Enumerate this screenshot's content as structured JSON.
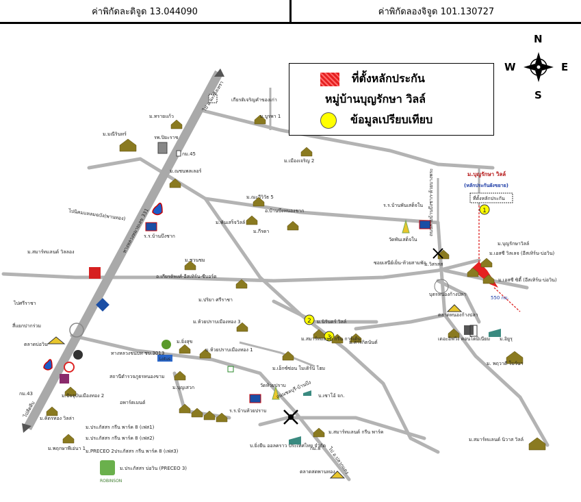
{
  "coords": {
    "latitude": "ค่าพิกัดละติจูด 13.044090",
    "longitude": "ค่าพิกัดลองจิจูด 101.130727"
  },
  "legend": {
    "site_line1": "ที่ตั้งหลักประกัน",
    "site_line2": "หมู่บ้านบุญรักษา วิลล์",
    "comparison": "ข้อมูลเปรียบเทียบ"
  },
  "compass": {
    "n": "N",
    "e": "E",
    "s": "S",
    "w": "W"
  },
  "colors": {
    "road": "#b3b3b3",
    "highway": "#a9a9a9",
    "site": "#e52020",
    "marker": "#ffff00",
    "house": "#7a6b1f"
  },
  "markers": [
    {
      "num": "1"
    },
    {
      "num": "2"
    },
    {
      "num": "3"
    }
  ],
  "labels": {
    "to_saensook": "ไป อ.ฉะเชิงเทรา",
    "kietisak": "เกียรติเจริญคำของเก่า",
    "burapa1": "ม.บูรพา 1",
    "kraisorn": "ม.ทรายแก้ว",
    "manirin": "ม.มณีรินทร์",
    "piyaraj": "รพ.ปิยะราช",
    "km45": "กม.45",
    "muangcharoen2": "ม.เมืองเจริญ 2",
    "natchapon": "ม.ณชนพลเลอร์",
    "nawawin5": "ม.ณะวีวิวัธ 5",
    "ban_narai": "อ.บ้านบึงหนองชาก",
    "to_bangbueng": "ไปนิคมแหลมฉบัง(พานทอง)",
    "highway331": "ทางหลวงหมายเลข 331",
    "school_banbueng": "ร.ร.บ้านบึงชาก",
    "phankwin": "ม.พันเสร็จวิลล์",
    "kilada": "ม.กีรดา",
    "school_phansadet": "ร.ร.บ้านพันเสด็จใน",
    "wat_phansadet": "วัดพันเสด็จใน",
    "boonraksa_title": "ม.บุญรักษา วิลล์",
    "boonraksa_sub": "(หลักประกันผังขยาย)",
    "site_box": "ที่ตั้งหลักประกัน",
    "wisarat": "ม.วิสรสส",
    "boonraksa2": "ม.บุญรักษาวิลล์",
    "ms_village": "ม.เอสซี วิลเลจ (อีสเทิร์น-บ่อวิน)",
    "sc_city": "ม.เอสซี ซิตี้ (อีสเทิร์น-บ่อวิน)",
    "km550": "550 กม.",
    "soi_namphu": "ซอยเสนีย์เย็น-ห้วยสามพัก",
    "toward_road": "ถนนสายบ้านบึงชาก-ห้วยบางพระ",
    "chuanchom": "ม.ชวนชม",
    "kittipong": "อ.เกียรติพงศ์-อีสเทิร์น-ซีบอร์ด",
    "smart_villa": "ม.สมาร์ทแลนด์ วิลลอง",
    "to_sriracha": "ไปศรีราชา",
    "pariya": "ม.ปริยา ศรีราชา",
    "huai3": "ม.ห้วยปราบเมืองทอง 3",
    "nirun": "ม.นิรันดร์ วิลล์",
    "sarakit": "ม.สารกิตนันต์",
    "bangkhwan": "บุตรหนองก้างปลา",
    "talad_nong": "ตลาดหนองก้างปลา",
    "condo": "เดอะอิฟวิง คอนโดมิเนียม",
    "ad": "ม.อิยูรุ",
    "punyawee": "ม. พฤวาดี โบว์นา",
    "market_bowin": "ตลาดบ่อวิน",
    "muksuk": "ม.ยิ่งสุข",
    "huai1": "ม.ห้วยปราบเมืองทอง 1",
    "highway3013": "ทางหลวงชนบท ชบ.3013",
    "lotus": "Lotus",
    "smart_green": "ม.สมาร์ทแลนด์ กรีน การ์เด้น",
    "akon_bowin": "ม.เอ็กซ์ซ่อน โมเดิร์น โฮม",
    "sakol": "สถานีตำรวจภูธรหนองขาม",
    "apartment": "อพาร์ตเมนต์",
    "boonsuk": "ม.บุญเสวก",
    "wat_huai": "วัดห้วยปราบ",
    "road_chonburi": "ถนนชลบุรี-บ้านบึง",
    "bowin_co": "บ.เซาโอ้ จก.",
    "km43": "กม.43",
    "mu_muangthong2": "ม.ปัจจุบันเมืองทอง 2",
    "cactus": "ม.คิตรทอง วิลล่า",
    "pruksa8_1": "ม.ประภัสสร กรีน พาร์ค 8 (เฟส1)",
    "pruksa8_2": "ม.ประภัสสร กรีน พาร์ค 8 (เฟส2)",
    "preceo": "ม.PRECEO 2ประภัสสร กรีน พาร์ค 8 (เฟส3)",
    "bowin_preceo": "ม.ประภัสสร บ่อวิน (PRECEO 3)",
    "smart_green_park": "ม.สมาร์ทแลนด์ กรีน พาร์ค",
    "b_bangpra": "บ.ยิ่งยืน ออลคราว ประเทศไทย จำกัด",
    "km8": "กม.8",
    "school_huai": "ร.ร.บ้านห้วยปราบ",
    "to_pluak": "ไป อ.ปลวกแดง",
    "talad_khao": "ตลาดสดพานทอง",
    "smart_nivas": "ม.สมาร์ทแลนด์ นิวาส วิลล์",
    "to_sattahip": "ไปสัตหีบ",
    "poon_sawang": "ม.พฤกษาพีเอ่นา 1",
    "thamma": "สี่แยกปากร่วม",
    "robinson": "ROBINSON"
  }
}
